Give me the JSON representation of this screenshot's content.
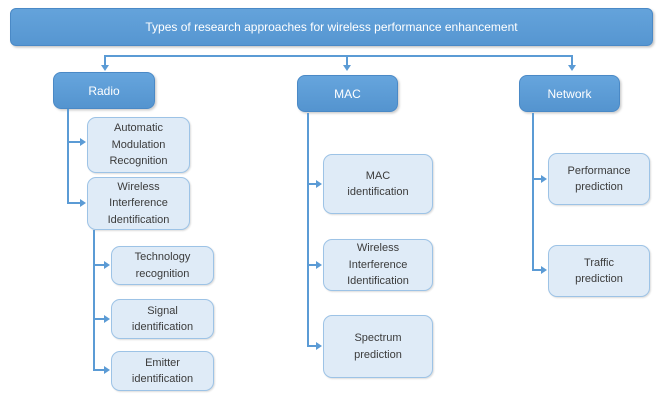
{
  "diagram": {
    "root": "Types of research approaches for wireless performance enhancement",
    "colors": {
      "accent_blue": "#5b9bd5",
      "light_node_fill": "#dfebf7",
      "light_node_border": "#9dc3e6",
      "root_text": "#ffffff",
      "leaf_text": "#3b3b3b"
    },
    "branches": [
      {
        "label": "Radio",
        "children": [
          {
            "label": "Automatic\nModulation\nRecognition"
          },
          {
            "label": "Wireless\nInterference\nIdentification",
            "children": [
              {
                "label": "Technology\nrecognition"
              },
              {
                "label": "Signal\nidentification"
              },
              {
                "label": "Emitter\nidentification"
              }
            ]
          }
        ]
      },
      {
        "label": "MAC",
        "children": [
          {
            "label": "MAC\nidentification"
          },
          {
            "label": "Wireless\nInterference\nIdentification"
          },
          {
            "label": "Spectrum\nprediction"
          }
        ]
      },
      {
        "label": "Network",
        "children": [
          {
            "label": "Performance\nprediction"
          },
          {
            "label": "Traffic\nprediction"
          }
        ]
      }
    ]
  }
}
